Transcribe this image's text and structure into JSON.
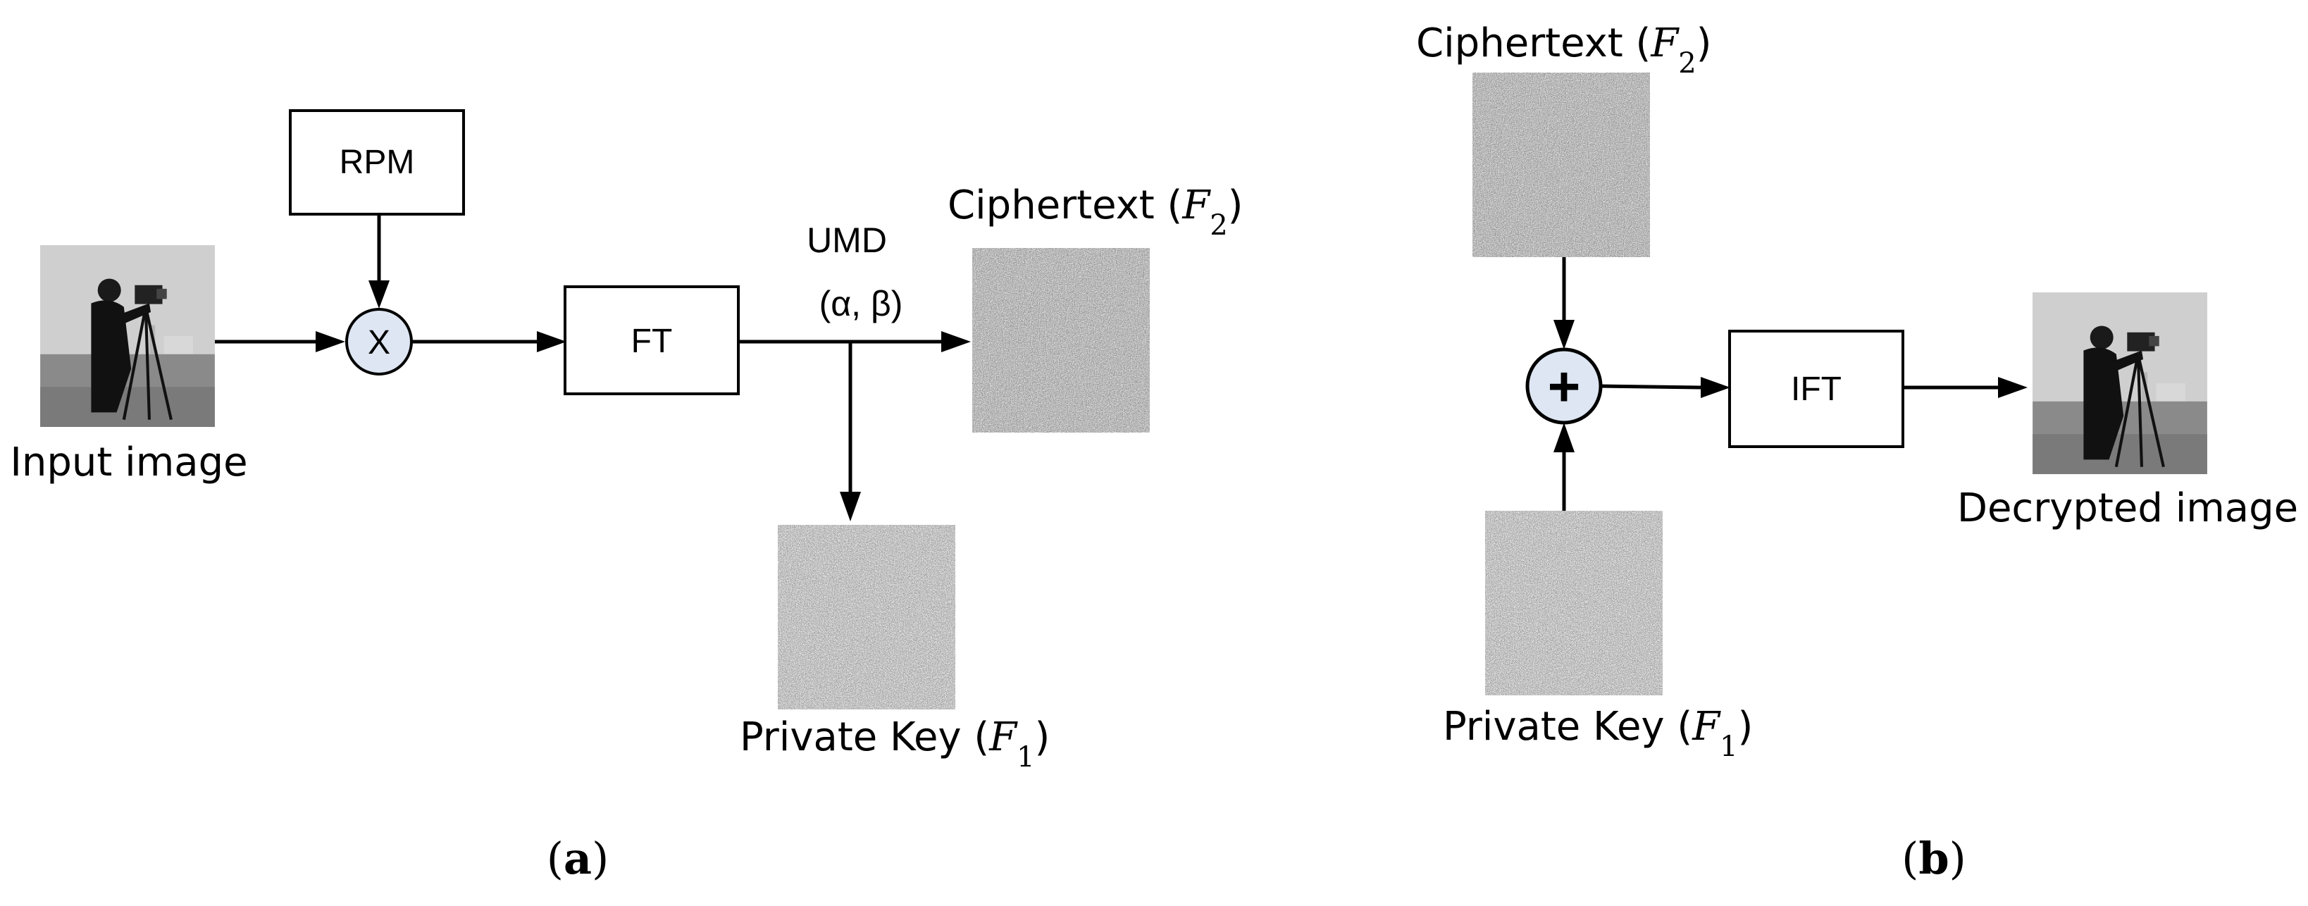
{
  "panel_a": {
    "input_label": "Input image",
    "rpm_label": "RPM",
    "mult_symbol": "X",
    "ft_label": "FT",
    "umd_label": "UMD",
    "umd_params": "(α, β)",
    "ciphertext_text": "Ciphertext (",
    "ciphertext_var": "F",
    "ciphertext_sub": "2",
    "ciphertext_close": ")",
    "privkey_text": "Private Key (",
    "privkey_var": "F",
    "privkey_sub": "1",
    "privkey_close": ")",
    "caption_open": "(",
    "caption_letter": "a",
    "caption_close": ")"
  },
  "panel_b": {
    "ciphertext_text": "Ciphertext (",
    "ciphertext_var": "F",
    "ciphertext_sub": "2",
    "ciphertext_close": ")",
    "add_symbol": "+",
    "ift_label": "IFT",
    "decrypted_label": "Decrypted image",
    "privkey_text": "Private Key (",
    "privkey_var": "F",
    "privkey_sub": "1",
    "privkey_close": ")",
    "caption_open": "(",
    "caption_letter": "b",
    "caption_close": ")"
  },
  "colors": {
    "operator_fill": "#dde6f2",
    "stroke": "#000000"
  }
}
